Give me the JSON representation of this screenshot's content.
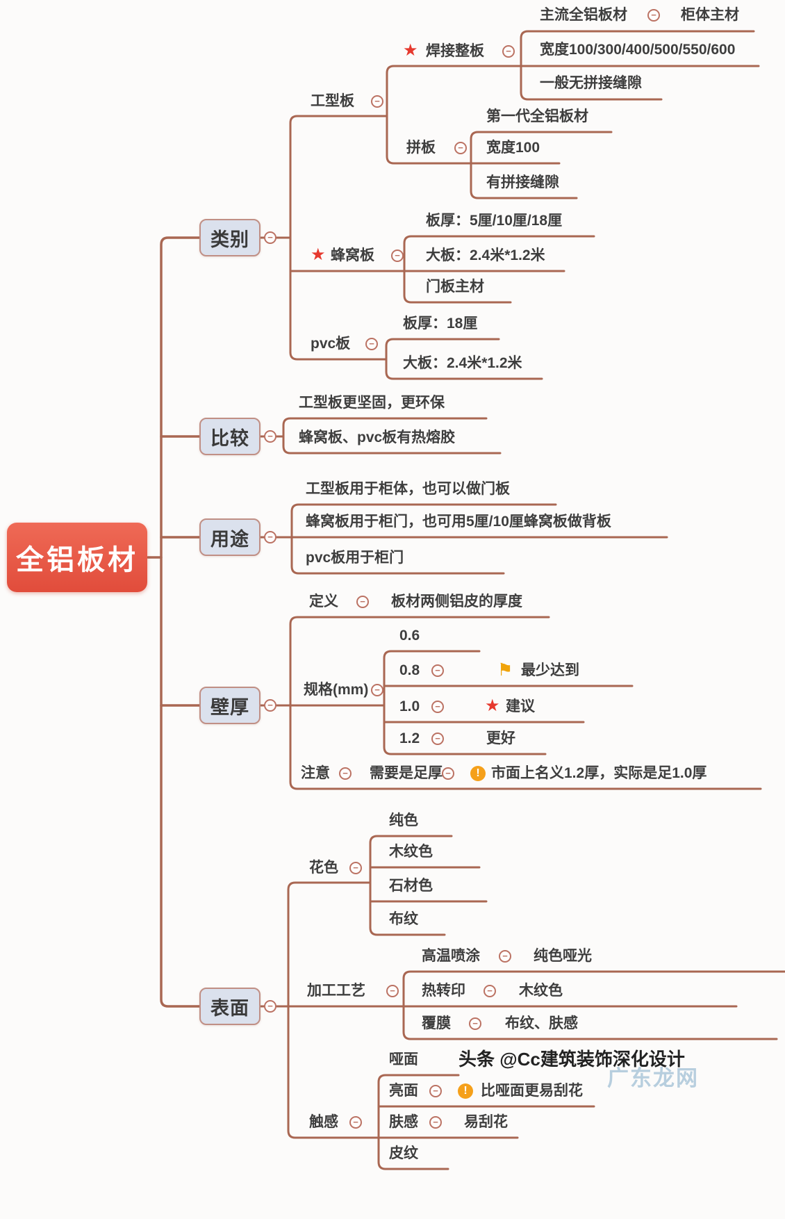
{
  "root": {
    "label": "全铝板材"
  },
  "main": {
    "category": "类别",
    "compare": "比较",
    "usage": "用途",
    "thickness": "壁厚",
    "surface": "表面"
  },
  "category": {
    "i_beam": "工型板",
    "welded": "焊接整板",
    "welded_main": "主流全铝板材",
    "welded_main_note": "柜体主材",
    "welded_width": "宽度100/300/400/500/550/600",
    "welded_seam": "一般无拼接缝隙",
    "spliced": "拼板",
    "spliced_gen": "第一代全铝板材",
    "spliced_width": "宽度100",
    "spliced_seam": "有拼接缝隙",
    "honeycomb": "蜂窝板",
    "honeycomb_thickness": "板厚：5厘/10厘/18厘",
    "honeycomb_size": "大板：2.4米*1.2米",
    "honeycomb_use": "门板主材",
    "pvc": "pvc板",
    "pvc_thickness": "板厚：18厘",
    "pvc_size": "大板：2.4米*1.2米"
  },
  "compare": {
    "row1": "工型板更坚固，更环保",
    "row2": "蜂窝板、pvc板有热熔胶"
  },
  "usage": {
    "row1": "工型板用于柜体，也可以做门板",
    "row2": "蜂窝板用于柜门，也可用5厘/10厘蜂窝板做背板",
    "row3": "pvc板用于柜门"
  },
  "thickness": {
    "def_label": "定义",
    "def_value": "板材两侧铝皮的厚度",
    "spec_label": "规格(mm)",
    "v06": "0.6",
    "v08": "0.8",
    "v08_note": "最少达到",
    "v10": "1.0",
    "v10_note": "建议",
    "v12": "1.2",
    "v12_note": "更好",
    "note_label": "注意",
    "note_value": "需要是足厚",
    "note_warning": "市面上名义1.2厚，实际是足1.0厚"
  },
  "surface": {
    "pattern": "花色",
    "pattern_solid": "纯色",
    "pattern_wood": "木纹色",
    "pattern_stone": "石材色",
    "pattern_fabric": "布纹",
    "process": "加工工艺",
    "process_spray": "高温喷涂",
    "process_spray_val": "纯色哑光",
    "process_transfer": "热转印",
    "process_transfer_val": "木纹色",
    "process_film": "覆膜",
    "process_film_val": "布纹、肤感",
    "touch": "触感",
    "touch_matte": "哑面",
    "touch_glossy": "亮面",
    "touch_glossy_warn": "比哑面更易刮花",
    "touch_skin": "肤感",
    "touch_skin_val": "易刮花",
    "touch_leather": "皮纹"
  },
  "footer": {
    "watermark_dark": "头条 @Cc建筑装饰深化设计",
    "watermark_light": "广东龙网"
  },
  "colors": {
    "branch_line": "#a96752",
    "root_bg": "#e8584a",
    "node_bg": "#dbe1ed",
    "node_border": "#c08f85",
    "star_red": "#e6392e",
    "flag_orange": "#f0a30a",
    "warning_orange": "#f5a01a",
    "text": "#3e3e3e"
  }
}
